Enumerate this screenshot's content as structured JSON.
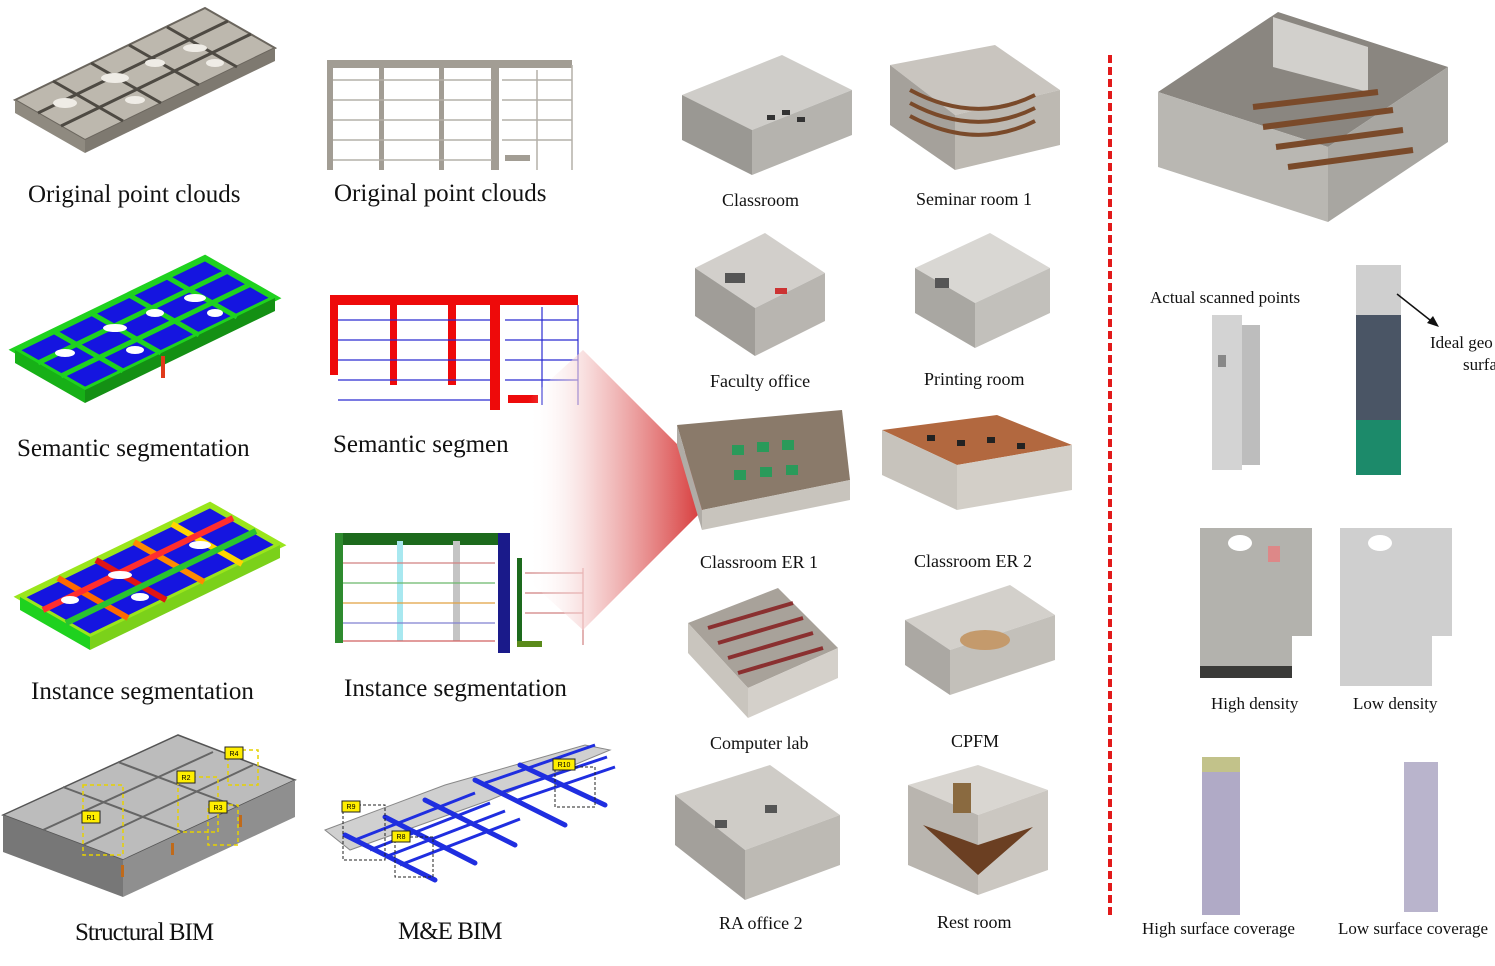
{
  "column_a": {
    "row1": "Original point clouds",
    "row2": "Semantic segmentation",
    "row3": "Instance segmentation",
    "row4": "Structural BIM",
    "bim_tags": [
      "R1",
      "R2",
      "R3",
      "R4"
    ]
  },
  "column_b": {
    "row1": "Original point clouds",
    "row2": "Semantic segmen",
    "row3": "Instance segmentation",
    "row4": "M&E BIM",
    "bim_tags": [
      "R9",
      "R8",
      "R10"
    ]
  },
  "rooms": [
    "Classroom",
    "Seminar room 1",
    "Faculty office",
    "Printing room",
    "Classroom ER 1",
    "Classroom ER 2",
    "Computer lab",
    "CPFM",
    "RA office 2",
    "Rest room"
  ],
  "right_panel": {
    "actual_scanned": "Actual scanned points",
    "ideal_label_line1": "Ideal geo",
    "ideal_label_line2": "surfa",
    "high_density": "High density",
    "low_density": "Low density",
    "high_coverage": "High surface coverage",
    "low_coverage": "Low surface coverage"
  },
  "colors": {
    "divider": "#e21a1a",
    "arrow": "#d01818",
    "semantic_blue": "#1515e0",
    "semantic_green": "#1fd21f",
    "bim_blue": "#1f2ee0"
  }
}
